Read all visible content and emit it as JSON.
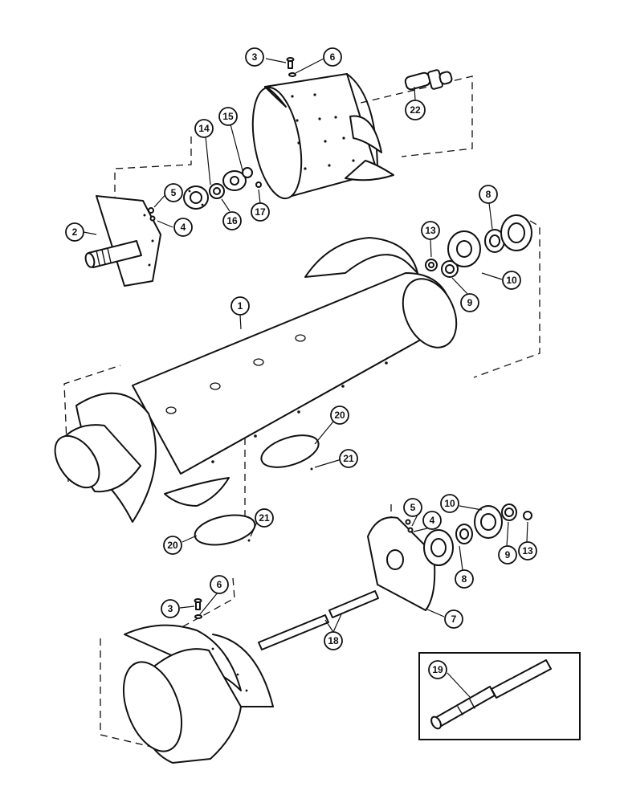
{
  "diagram": {
    "callouts": [
      {
        "id": "c3a",
        "label": "3"
      },
      {
        "id": "c6a",
        "label": "6"
      },
      {
        "id": "c22",
        "label": "22"
      },
      {
        "id": "c14",
        "label": "14"
      },
      {
        "id": "c15",
        "label": "15"
      },
      {
        "id": "c5a",
        "label": "5"
      },
      {
        "id": "c4a",
        "label": "4"
      },
      {
        "id": "c2",
        "label": "2"
      },
      {
        "id": "c16",
        "label": "16"
      },
      {
        "id": "c17",
        "label": "17"
      },
      {
        "id": "c8a",
        "label": "8"
      },
      {
        "id": "c13a",
        "label": "13"
      },
      {
        "id": "c10a",
        "label": "10"
      },
      {
        "id": "c9a",
        "label": "9"
      },
      {
        "id": "c1",
        "label": "1"
      },
      {
        "id": "c20a",
        "label": "20"
      },
      {
        "id": "c21a",
        "label": "21"
      },
      {
        "id": "c20b",
        "label": "20"
      },
      {
        "id": "c21b",
        "label": "21"
      },
      {
        "id": "c5b",
        "label": "5"
      },
      {
        "id": "c4b",
        "label": "4"
      },
      {
        "id": "c10b",
        "label": "10"
      },
      {
        "id": "c13b",
        "label": "13"
      },
      {
        "id": "c9b",
        "label": "9"
      },
      {
        "id": "c8b",
        "label": "8"
      },
      {
        "id": "c3b",
        "label": "3"
      },
      {
        "id": "c6b",
        "label": "6"
      },
      {
        "id": "c7",
        "label": "7"
      },
      {
        "id": "c18",
        "label": "18"
      },
      {
        "id": "c19",
        "label": "19"
      }
    ]
  }
}
